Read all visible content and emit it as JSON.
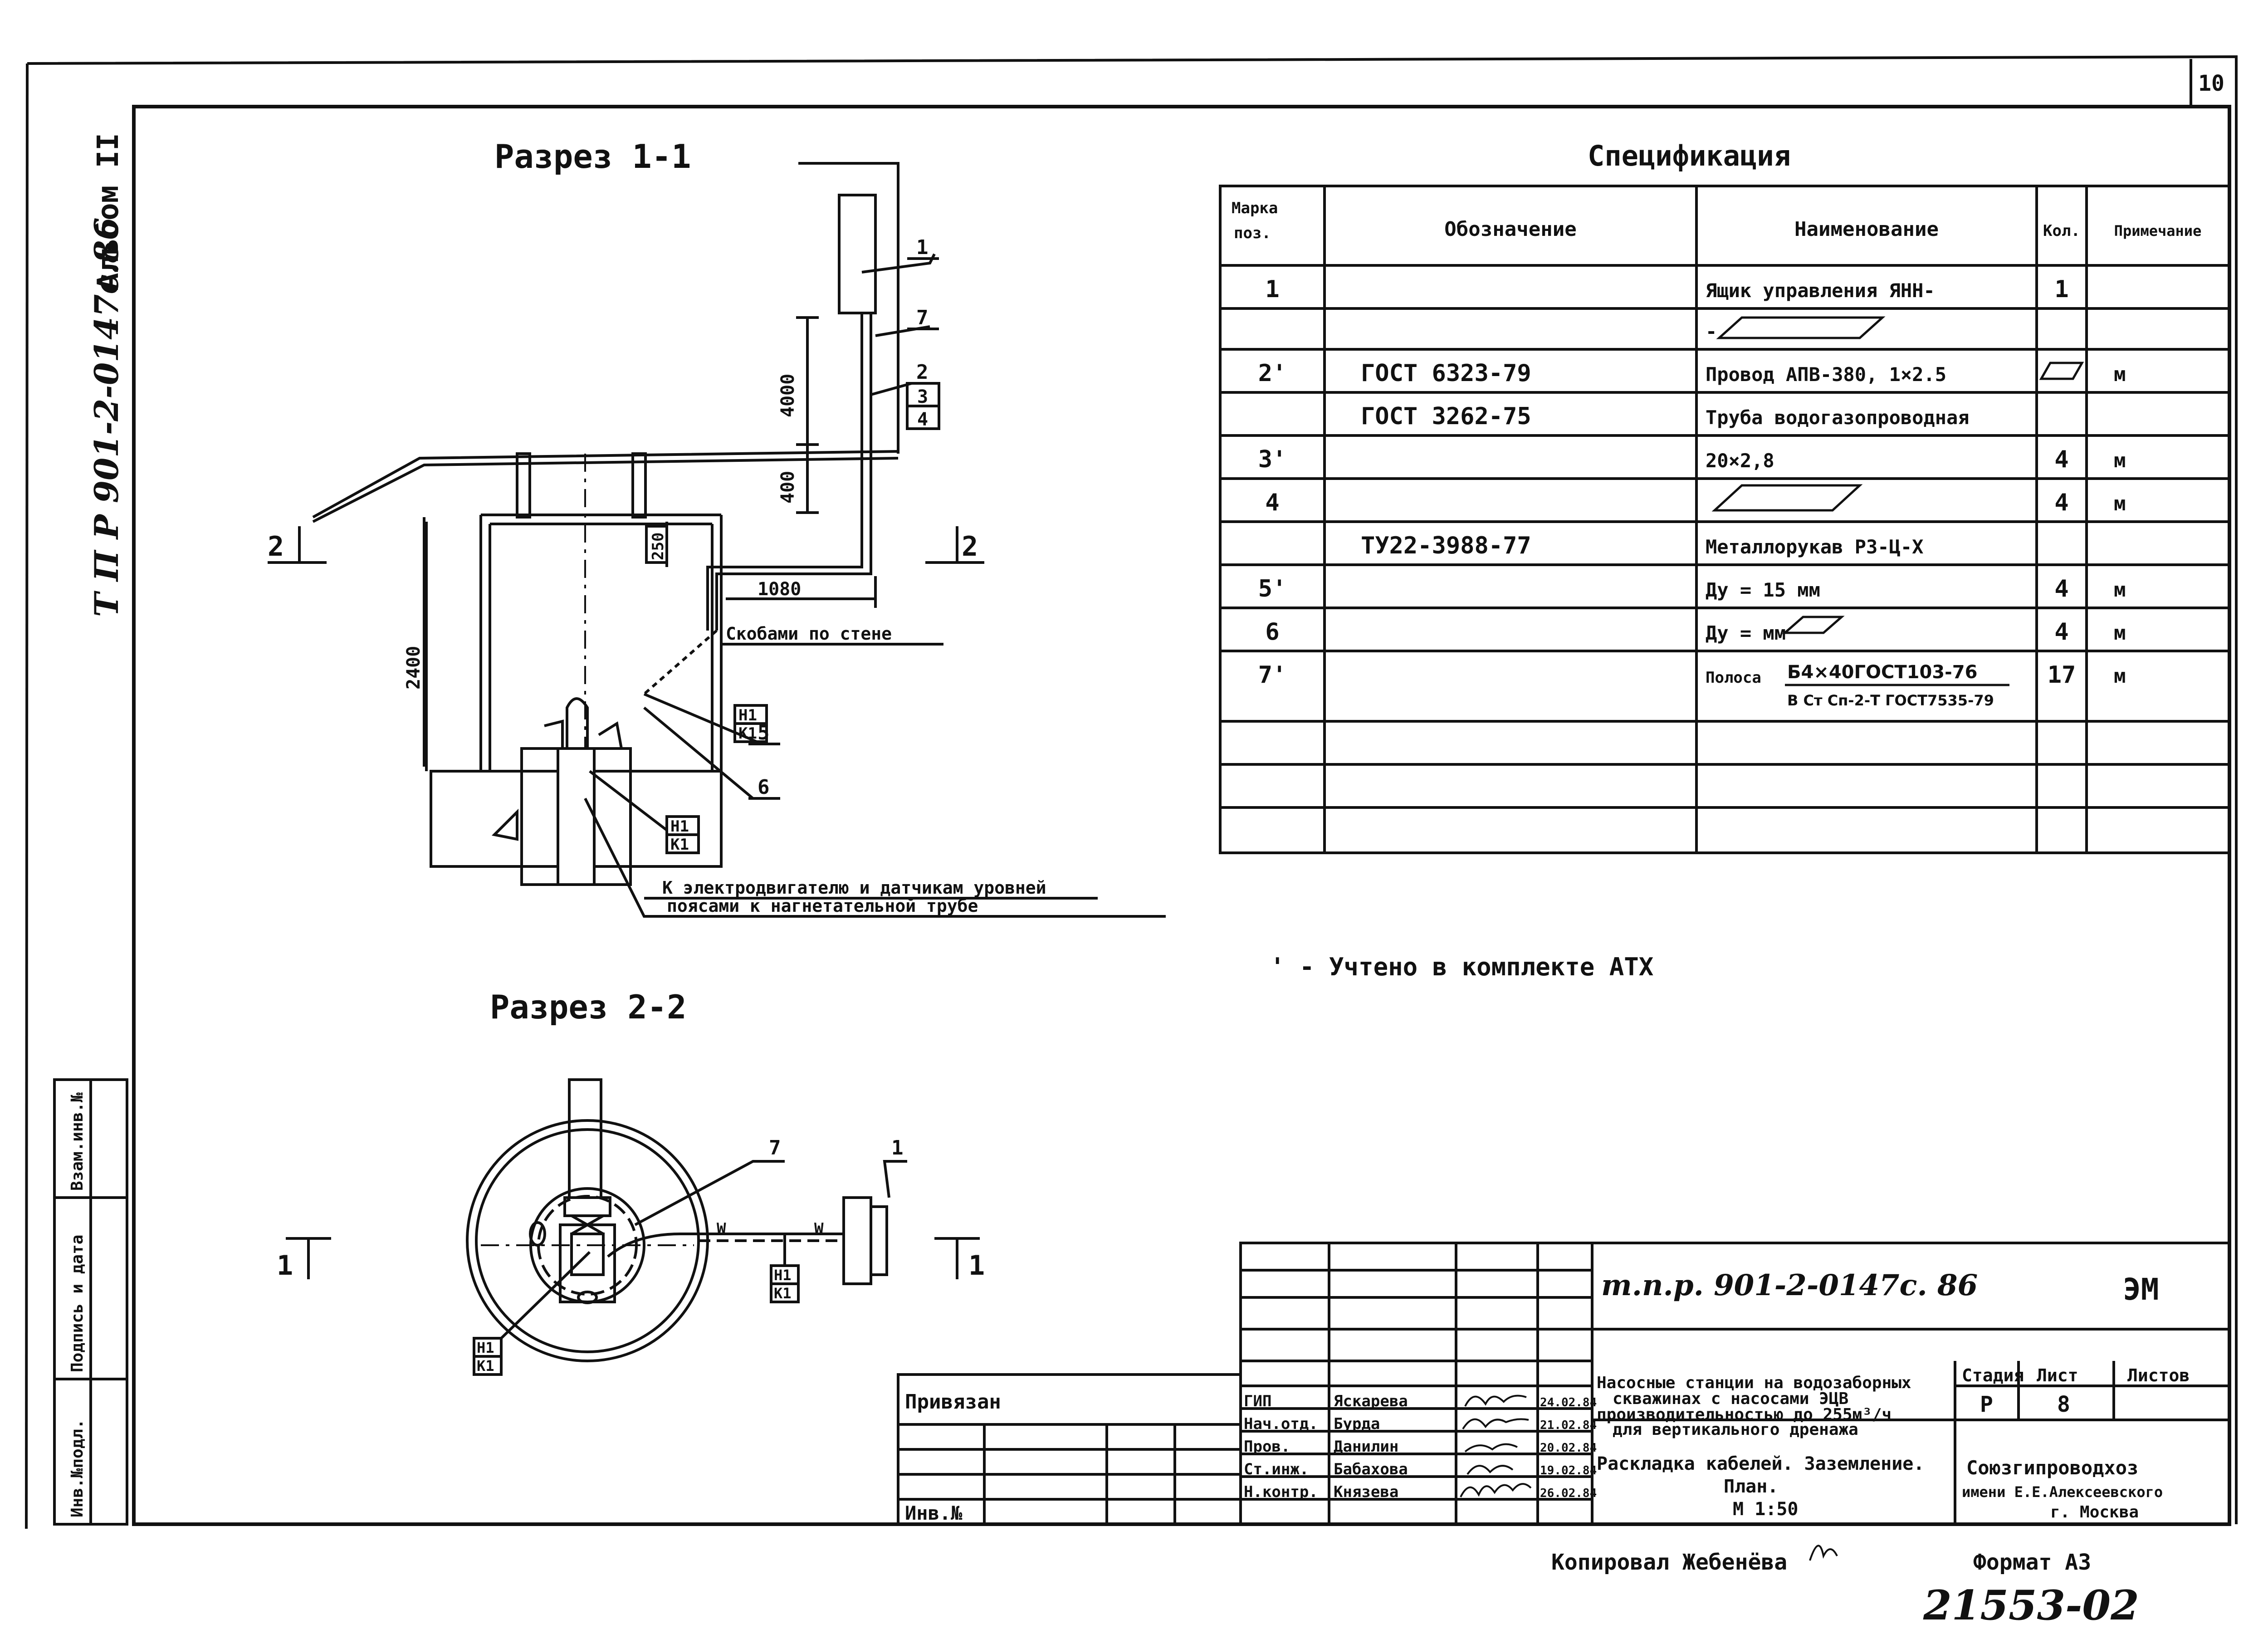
{
  "sheet_number": "10",
  "side_stamp": {
    "album_code": "Т П Р 901-2-0147с.86",
    "album_name": "Альбом II",
    "inv_podl": "Инв.№подл.",
    "podpis_data": "Подпись и дата",
    "vzam_inv": "Взам.инв.№"
  },
  "section_1": {
    "title": "Разрез 1-1",
    "marks": {
      "m1": "1",
      "m7": "7",
      "m2": "2",
      "m3": "3",
      "m4": "4",
      "m5": "5",
      "m6": "6"
    },
    "dims": {
      "d4000": "4000",
      "d400": "400",
      "d250": "250",
      "d2400": "2400",
      "d1080": "1080"
    },
    "cut_left": "2",
    "cut_right": "2",
    "note_brackets": "Скобами по стене",
    "h_k_1": {
      "top": "Н1",
      "bottom": "К1"
    },
    "h_k_2": {
      "top": "Н1",
      "bottom": "К1"
    },
    "leader_line1": "К электродвигателю и датчикам уровней",
    "leader_line2": "поясами к нагнетательной трубе"
  },
  "section_2": {
    "title": "Разрез 2-2",
    "marks": {
      "m7": "7",
      "m1": "1"
    },
    "cut_left": "1",
    "cut_right": "1",
    "wire_w1": "W",
    "wire_w2": "W",
    "h_k_1": {
      "top": "Н1",
      "bottom": "К1"
    },
    "h_k_2": {
      "top": "Н1",
      "bottom": "К1"
    }
  },
  "spec": {
    "title": "Спецификация",
    "headers": {
      "mark_line1": "Марка",
      "mark_line2": "поз.",
      "designation": "Обозначение",
      "name": "Наименование",
      "qty": "Кол.",
      "note": "Примечание"
    },
    "rows": [
      {
        "mark": "1",
        "designation": "",
        "name": "Ящик управления ЯНН-",
        "qty": "1",
        "note": ""
      },
      {
        "mark": "",
        "designation": "",
        "name": "-",
        "qty": "",
        "note": ""
      },
      {
        "mark": "2'",
        "designation": "ГОСТ 6323-79",
        "name": "Провод АПВ-380, 1×2.5",
        "qty": "",
        "note": "м"
      },
      {
        "mark": "",
        "designation": "ГОСТ 3262-75",
        "name": "Труба водогазопроводная",
        "qty": "",
        "note": ""
      },
      {
        "mark": "3'",
        "designation": "",
        "name": "20×2,8",
        "qty": "4",
        "note": "м"
      },
      {
        "mark": "4",
        "designation": "",
        "name": "",
        "qty": "4",
        "note": "м"
      },
      {
        "mark": "",
        "designation": "ТУ22-3988-77",
        "name": "Металлорукав Р3-Ц-Х",
        "qty": "",
        "note": ""
      },
      {
        "mark": "5'",
        "designation": "",
        "name": "Ду = 15 мм",
        "qty": "4",
        "note": "м"
      },
      {
        "mark": "6",
        "designation": "",
        "name": "Ду = мм",
        "qty": "4",
        "note": "м"
      },
      {
        "mark": "7'",
        "designation": "",
        "name": "Полоса",
        "qty": "17",
        "note": "м"
      }
    ],
    "row7_fraction_top": "Б4×40ГОСТ103-76",
    "row7_fraction_bottom": "В Ст Сп-2-Т ГОСТ7535-79"
  },
  "footnote": "' - Учтено в комплекте АТХ",
  "title_block": {
    "doc_code": "т.п.р. 901-2-0147с. 86",
    "discipline": "ЭМ",
    "privyazan": "Привязан",
    "inv_no": "Инв.№",
    "roles": [
      "ГИП",
      "Нач.отд.",
      "Пров.",
      "Ст.инж.",
      "Н.контр."
    ],
    "names": [
      "Яскарева",
      "Бурда",
      "Данилин",
      "Бабахова",
      "Князева"
    ],
    "dates": [
      "24.02.84",
      "21.02.84",
      "20.02.84",
      "19.02.84",
      "26.02.84"
    ],
    "project_line1": "Насосные станции на водозаборных",
    "project_line2": "скважинах с насосами ЭЦВ",
    "project_line3": "производительностью до 255м³/ч",
    "project_line4": "для вертикального дренажа",
    "sheet_line1": "Раскладка кабелей. Заземление.",
    "sheet_line2": "План.",
    "sheet_line3": "М 1:50",
    "stage_label": "Стадия",
    "sheet_label": "Лист",
    "sheets_label": "Листов",
    "stage_value": "Р",
    "sheet_value": "8",
    "sheets_value": "",
    "org_line1": "Союзгипроводхоз",
    "org_line2": "имени Е.Е.Алексеевского",
    "org_line3": "г. Москва"
  },
  "bottom": {
    "copied_by": "Копировал Жебенёва",
    "format": "Формат А3",
    "archive_no": "21553-02"
  }
}
